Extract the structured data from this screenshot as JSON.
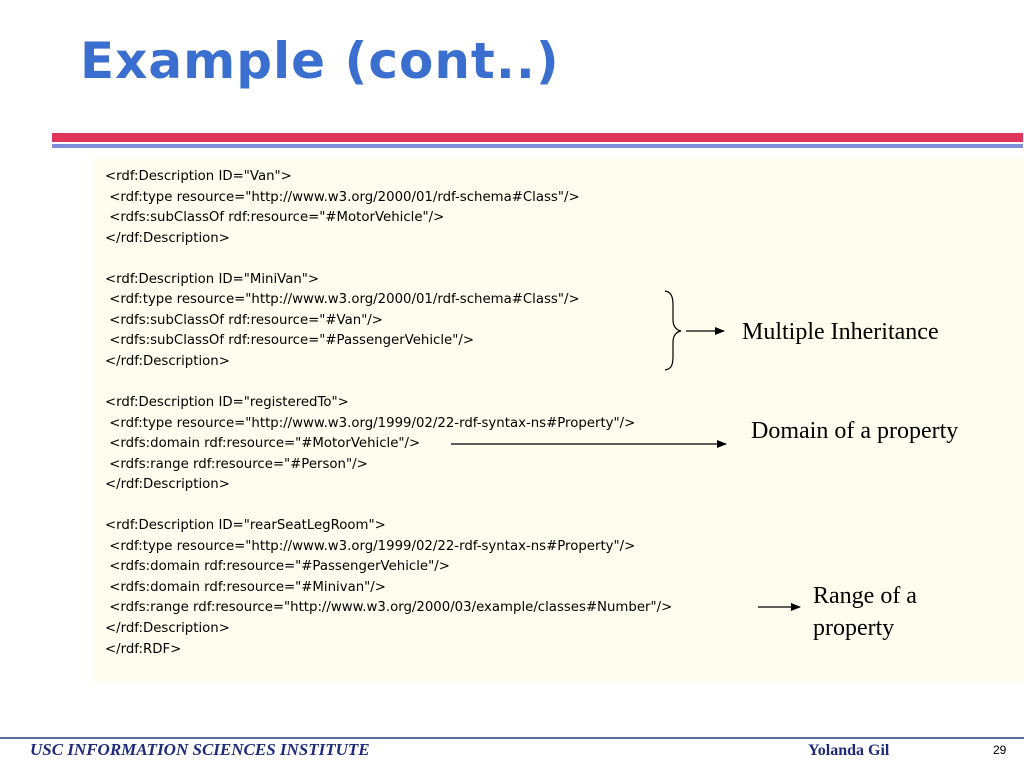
{
  "slide": {
    "title": "Example (cont..)",
    "page_number": "29"
  },
  "code": {
    "lines": [
      "<rdf:Description ID=\"Van\">",
      " <rdf:type resource=\"http://www.w3.org/2000/01/rdf-schema#Class\"/>",
      " <rdfs:subClassOf rdf:resource=\"#MotorVehicle\"/>",
      "</rdf:Description>",
      "",
      "<rdf:Description ID=\"MiniVan\">",
      " <rdf:type resource=\"http://www.w3.org/2000/01/rdf-schema#Class\"/>",
      " <rdfs:subClassOf rdf:resource=\"#Van\"/>",
      " <rdfs:subClassOf rdf:resource=\"#PassengerVehicle\"/>",
      "</rdf:Description>",
      "",
      "<rdf:Description ID=\"registeredTo\">",
      " <rdf:type resource=\"http://www.w3.org/1999/02/22-rdf-syntax-ns#Property\"/>",
      " <rdfs:domain rdf:resource=\"#MotorVehicle\"/>",
      " <rdfs:range rdf:resource=\"#Person\"/>",
      "</rdf:Description>",
      "",
      "<rdf:Description ID=\"rearSeatLegRoom\">",
      " <rdf:type resource=\"http://www.w3.org/1999/02/22-rdf-syntax-ns#Property\"/>",
      " <rdfs:domain rdf:resource=\"#PassengerVehicle\"/>",
      " <rdfs:domain rdf:resource=\"#Minivan\"/>",
      " <rdfs:range rdf:resource=\"http://www.w3.org/2000/03/example/classes#Number\"/>",
      "</rdf:Description>",
      "</rdf:RDF>"
    ]
  },
  "annotations": {
    "multiple_inheritance": "Multiple Inheritance",
    "domain_of_property": "Domain of a property",
    "range_line1": "Range of a",
    "range_line2": "property"
  },
  "footer": {
    "institute": "USC INFORMATION SCIENCES INSTITUTE",
    "author": "Yolanda Gil"
  },
  "colors": {
    "title": "#3a6fcf",
    "rule_red": "#e0355b",
    "rule_blue": "#7f8ed6",
    "code_background": "#fffded",
    "footer_text": "#1f2a7a"
  }
}
